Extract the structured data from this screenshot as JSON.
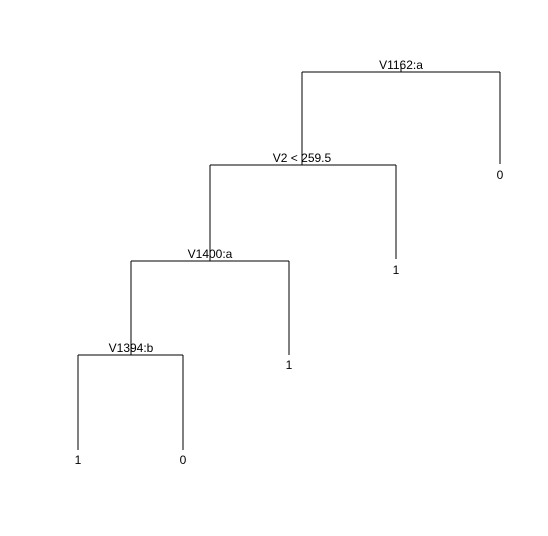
{
  "tree": {
    "splits": {
      "root": "V1162:a",
      "n2": "V2 < 259.5",
      "n3": "V1400:a",
      "n4": "V1394:b"
    },
    "leaves": {
      "l1": "0",
      "l2": "1",
      "l3": "1",
      "l4": "1",
      "l5": "0"
    }
  }
}
